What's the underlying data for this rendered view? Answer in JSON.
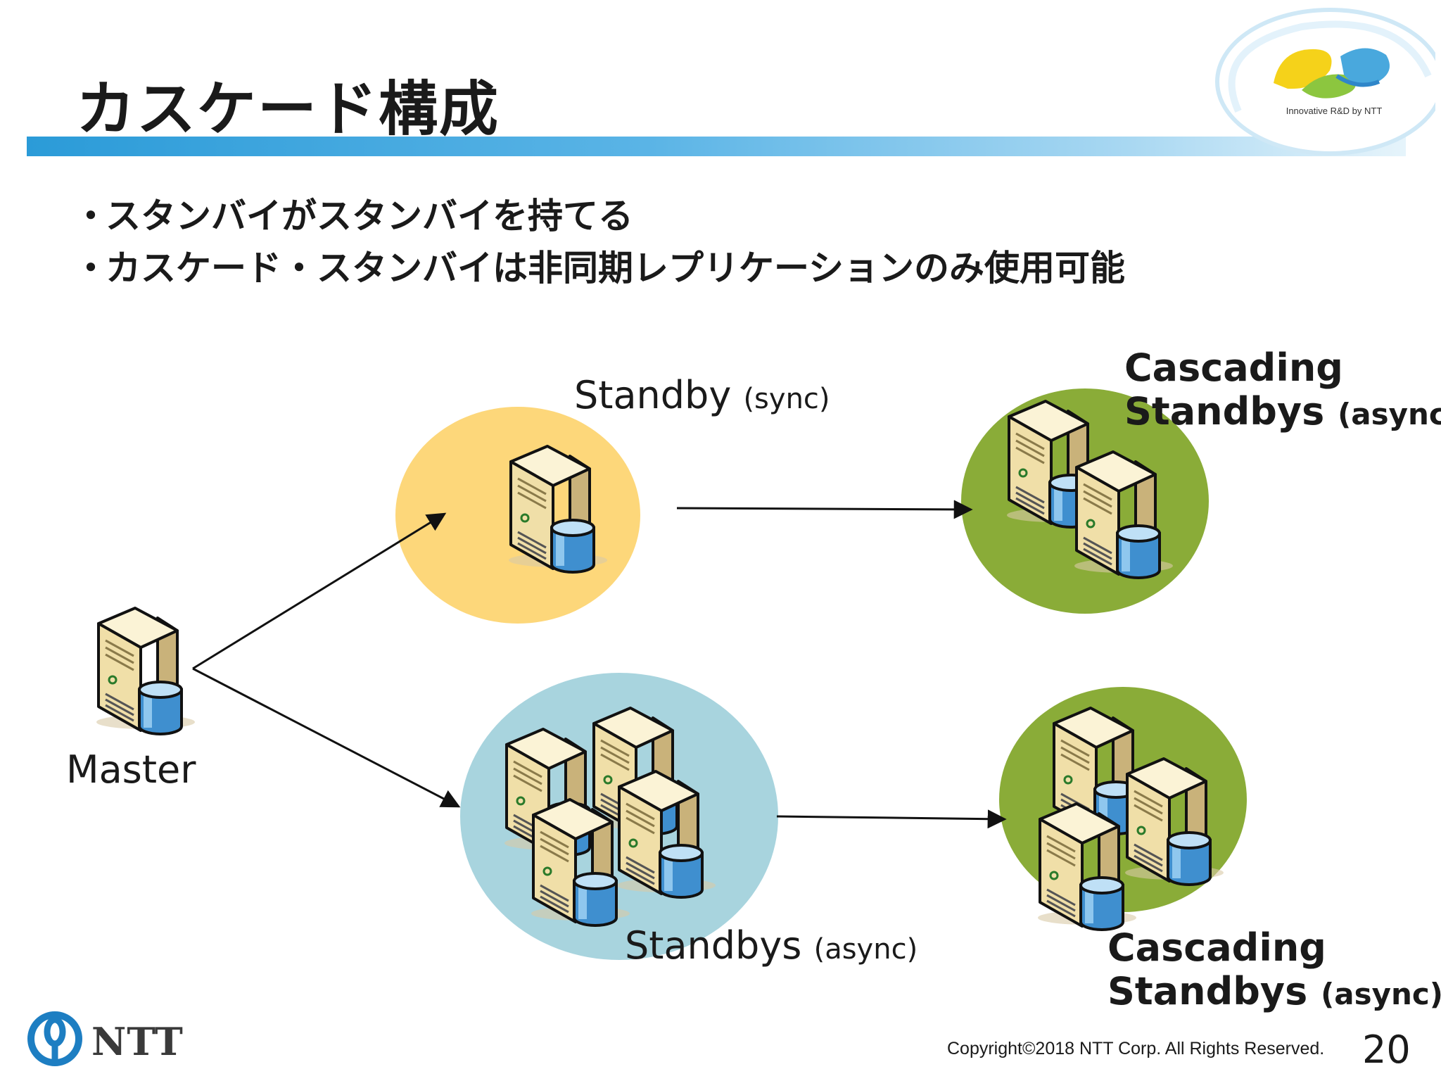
{
  "slide": {
    "title": "カスケード構成",
    "logo_tagline": "Innovative R&D by NTT",
    "bullets": [
      "スタンバイがスタンバイを持てる",
      "カスケード・スタンバイは非同期レプリケーションのみ使用可能"
    ],
    "bullet_marker": "・"
  },
  "diagram": {
    "standby_sync": {
      "name": "Standby",
      "mode": "(sync)"
    },
    "master": {
      "name": "Master"
    },
    "standbys_async": {
      "name": "Standbys",
      "mode": "(async)"
    },
    "cascading_top": {
      "line1": "Cascading",
      "line2": "Standbys",
      "mode": "(async)"
    },
    "cascading_bottom": {
      "line1": "Cascading",
      "line2": "Standbys",
      "mode": "(async)"
    },
    "colors": {
      "standby_sync_ellipse": "#fdd77a",
      "standbys_async_ellipse": "#a8d4de",
      "cascading_ellipse": "#8aac38",
      "server_body": "#f3e5b8",
      "server_front": "#e8d39a",
      "db_cylinder": "#4d97d2"
    }
  },
  "footer": {
    "brand": "NTT",
    "copyright": "Copyright©2018  NTT Corp. All Rights Reserved.",
    "page_number": "20"
  }
}
